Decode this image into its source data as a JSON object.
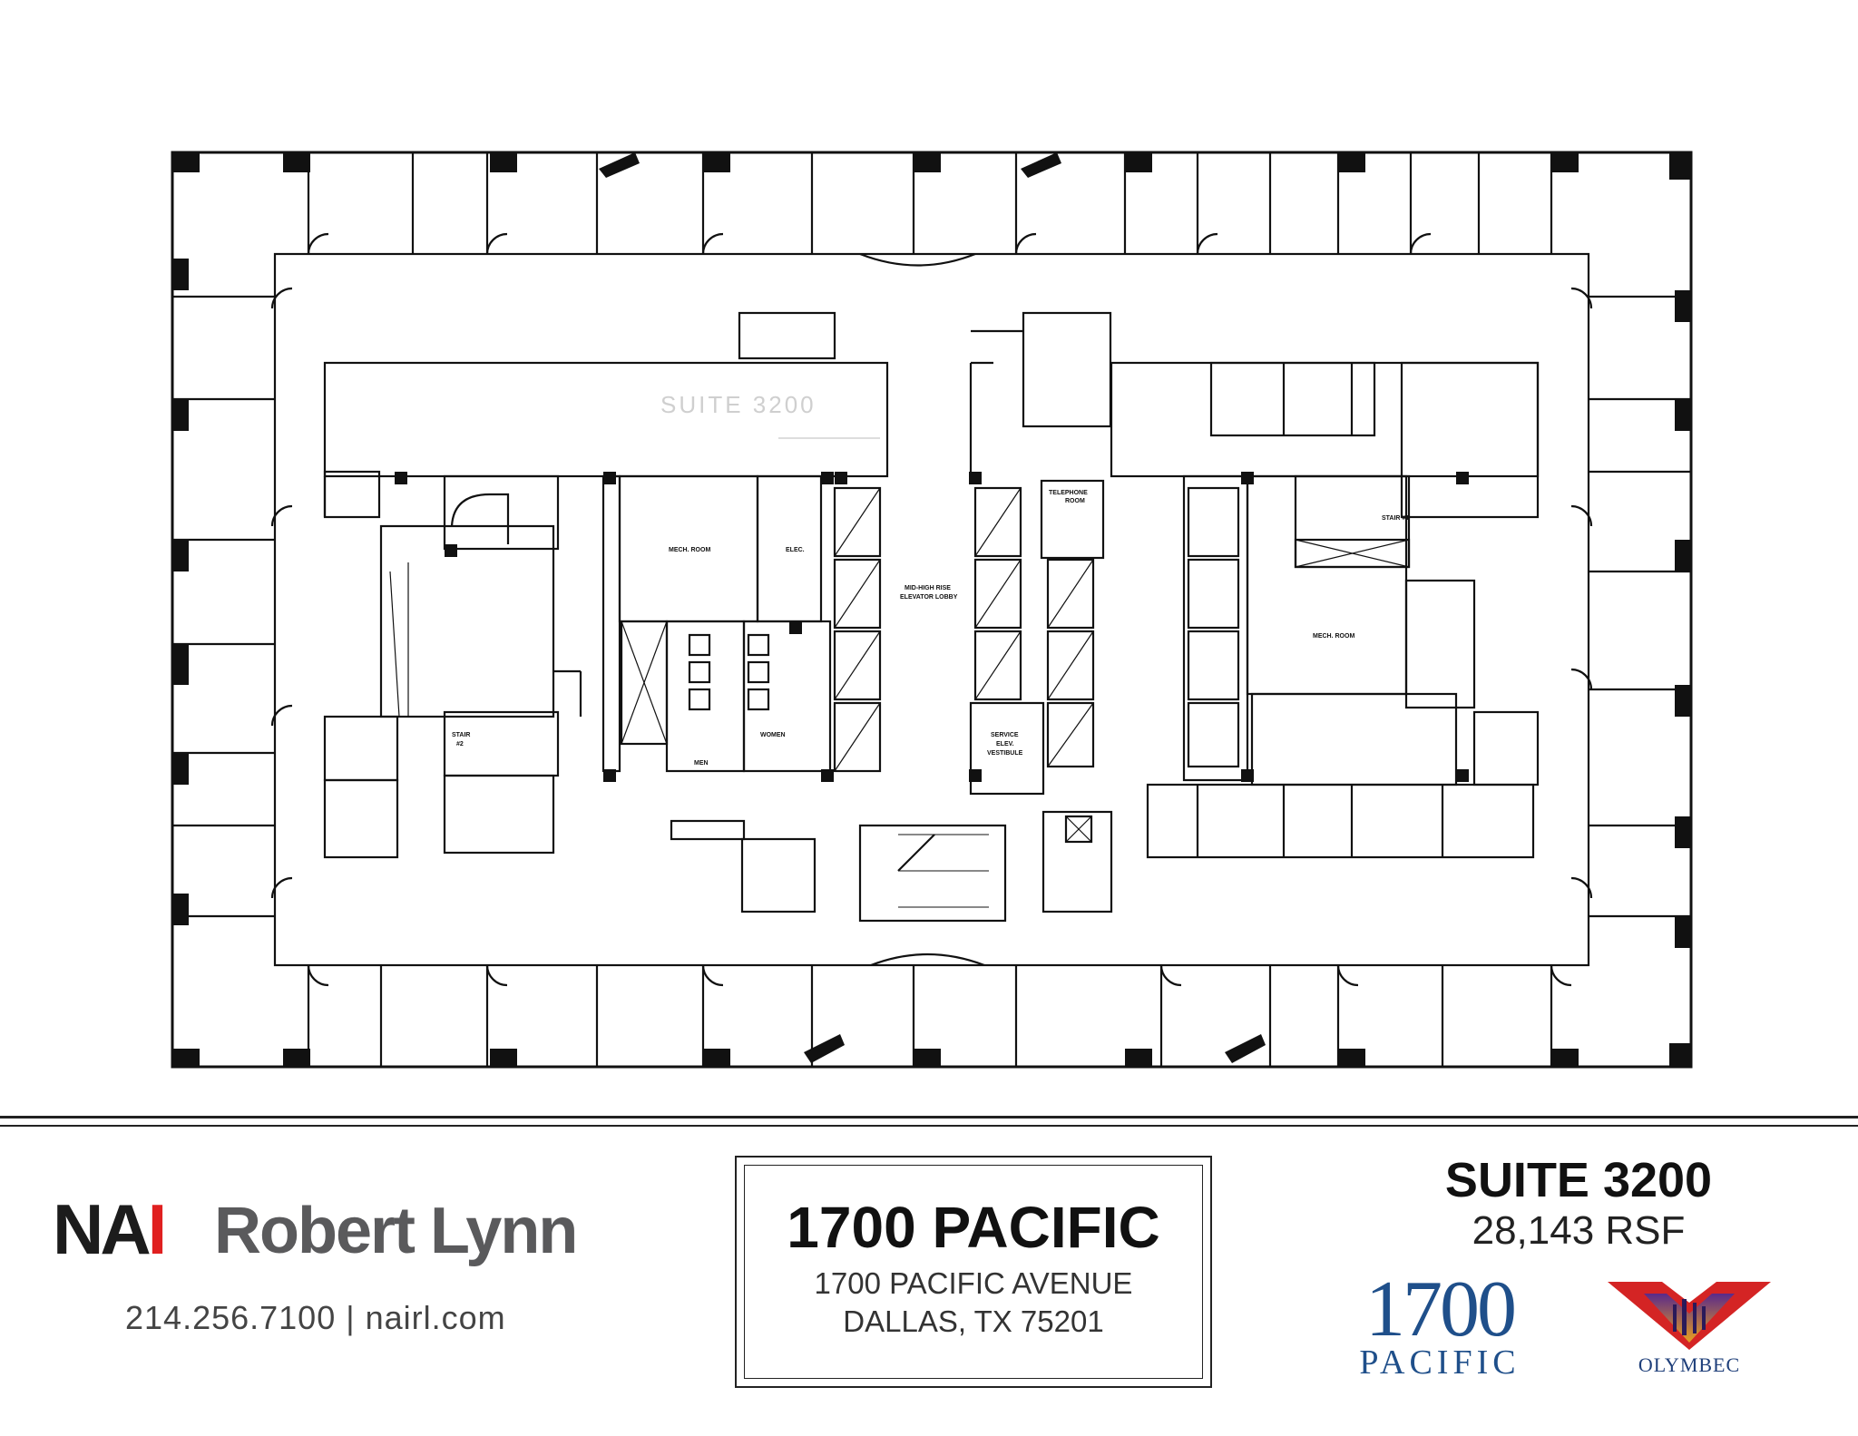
{
  "plan": {
    "ghost_label": "SUITE  3200",
    "rooms": {
      "mech_room_left": "MECH. ROOM",
      "elec": "ELEC.",
      "elevator_lobby_1": "MID-HIGH RISE",
      "elevator_lobby_2": "ELEVATOR LOBBY",
      "telephone_1": "TELEPHONE",
      "telephone_2": "ROOM",
      "mech_room_right": "MECH. ROOM",
      "stair_2_a": "STAIR",
      "stair_2_b": "#2",
      "stair_1": "STAIR #1",
      "men": "MEN",
      "women": "WOMEN",
      "service_1": "SERVICE",
      "service_2": "ELEV.",
      "service_3": "VESTIBULE"
    }
  },
  "footer": {
    "brand_mark": "NAI",
    "brand_name": "Robert Lynn",
    "contact": "214.256.7100  |  nairl.com",
    "building_name": "1700 PACIFIC",
    "address_line1": "1700 PACIFIC AVENUE",
    "address_line2": "DALLAS, TX 75201",
    "suite": "SUITE 3200",
    "area": "28,143 RSF",
    "pacific_logo_number": "1700",
    "pacific_logo_word": "PACIFIC",
    "olymbec_logo_word": "OLYMBEC",
    "colors": {
      "nai_red": "#e02020",
      "pacific_blue": "#1f4f8a",
      "olymbec_red": "#d42424",
      "olymbec_purple": "#5a2a8a"
    }
  }
}
